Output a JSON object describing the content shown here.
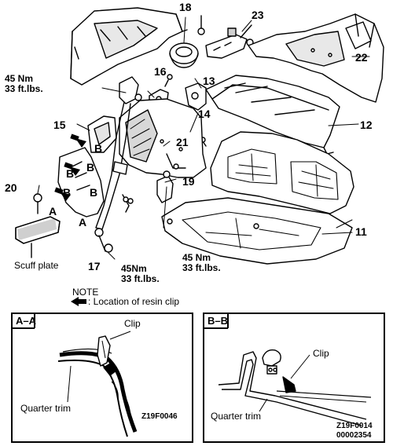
{
  "callouts": {
    "c11": "11",
    "c12": "12",
    "c13": "13",
    "c14": "14",
    "c15": "15",
    "c16": "16",
    "c17": "17",
    "c18": "18",
    "c19": "19",
    "c20": "20",
    "c21": "21",
    "c22": "22",
    "c23": "23"
  },
  "section_marks": {
    "A": "A",
    "B": "B"
  },
  "torque": {
    "t1_nm": "45 Nm",
    "t1_ft": "33 ft.lbs.",
    "t2_nm": "45 Nm",
    "t2_ft": "33 ft.lbs.",
    "t3_nm": "45Nm",
    "t3_ft": "33 ft.lbs."
  },
  "scuff_plate": "Scuff plate",
  "note": {
    "title": "NOTE",
    "text": ": Location of resin clip"
  },
  "detail_aa": {
    "title": "A–A",
    "clip": "Clip",
    "trim": "Quarter trim",
    "code": "Z19F0046"
  },
  "detail_bb": {
    "title": "B–B",
    "clip": "Clip",
    "trim": "Quarter trim",
    "code1": "Z19F0014",
    "code2": "00002354"
  },
  "colors": {
    "ink": "#000000",
    "paper": "#ffffff",
    "shade": "#cfcfcf"
  }
}
